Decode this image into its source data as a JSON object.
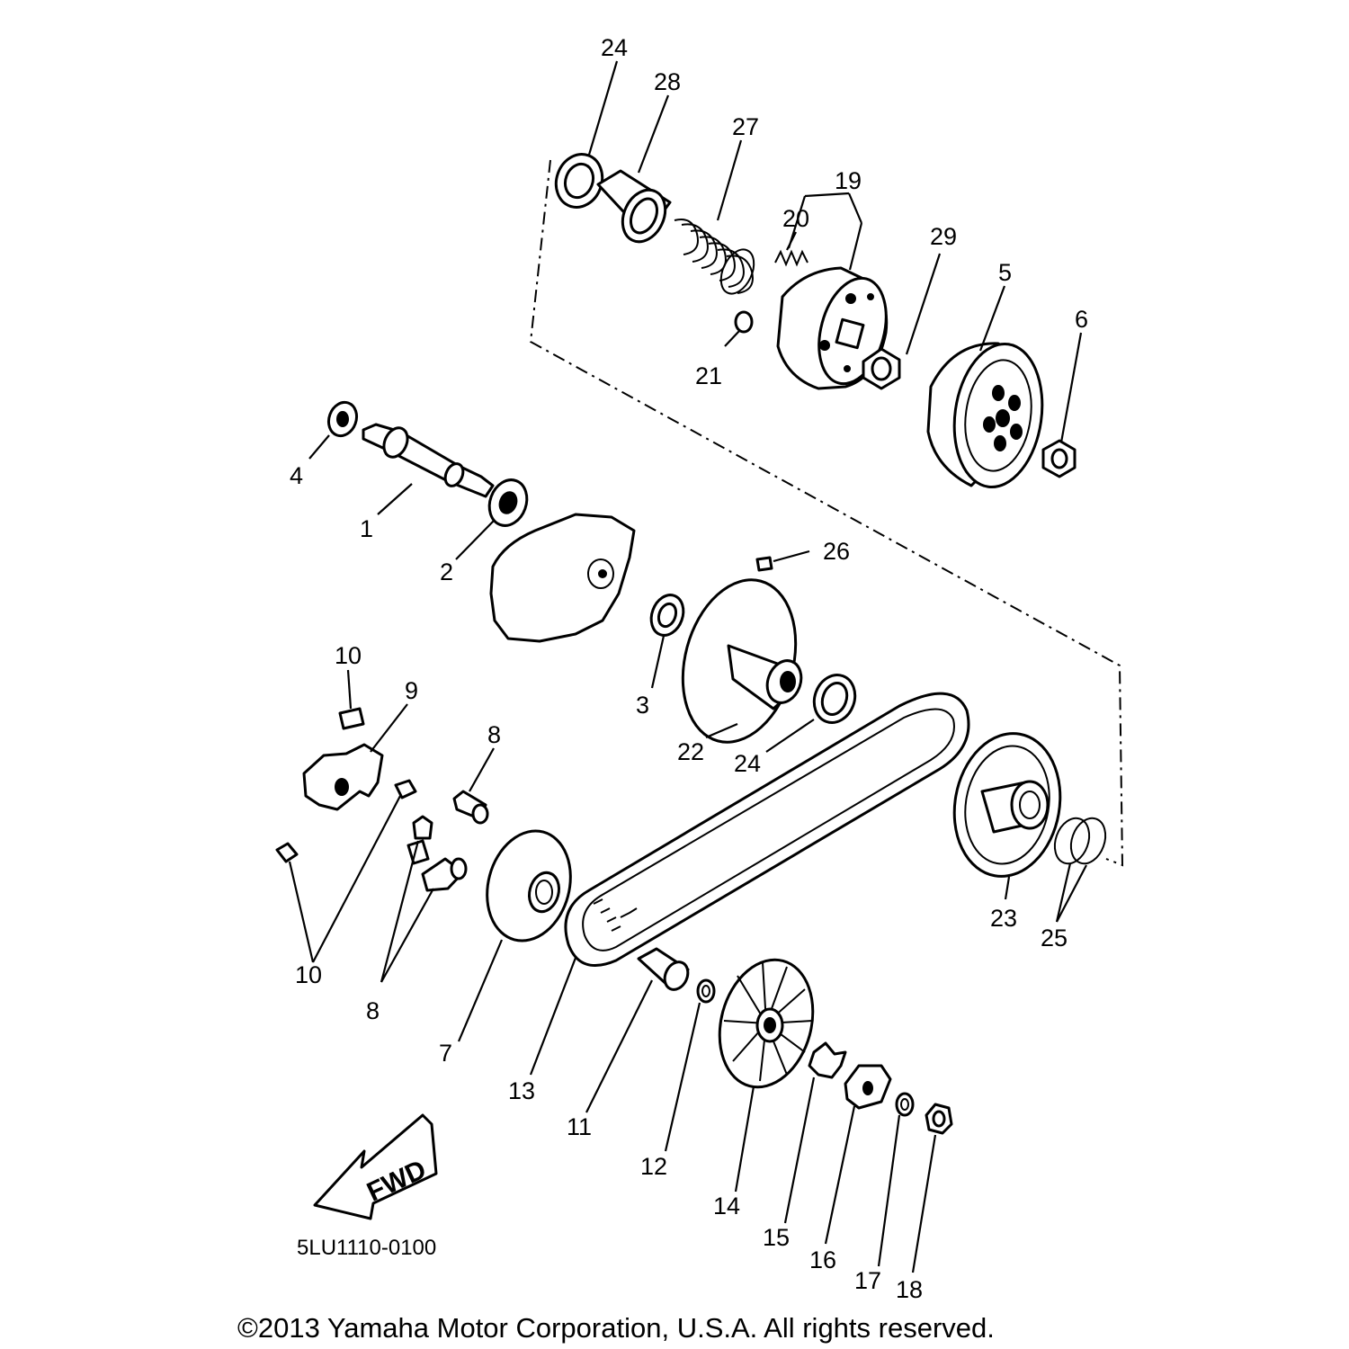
{
  "diagram": {
    "drawing_code": "5LU1110-0100",
    "direction_label": "FWD",
    "copyright": "©2013 Yamaha Motor Corporation, U.S.A. All rights reserved.",
    "callouts": {
      "c1": "1",
      "c2": "2",
      "c3": "3",
      "c4": "4",
      "c5": "5",
      "c6": "6",
      "c7": "7",
      "c8a": "8",
      "c8b": "8",
      "c9": "9",
      "c10a": "10",
      "c10b": "10",
      "c11": "11",
      "c12": "12",
      "c13": "13",
      "c14": "14",
      "c15": "15",
      "c16": "16",
      "c17": "17",
      "c18": "18",
      "c19": "19",
      "c20": "20",
      "c21": "21",
      "c22": "22",
      "c23": "23",
      "c24a": "24",
      "c24b": "24",
      "c25": "25",
      "c26": "26",
      "c27": "27",
      "c28": "28",
      "c29": "29"
    }
  }
}
